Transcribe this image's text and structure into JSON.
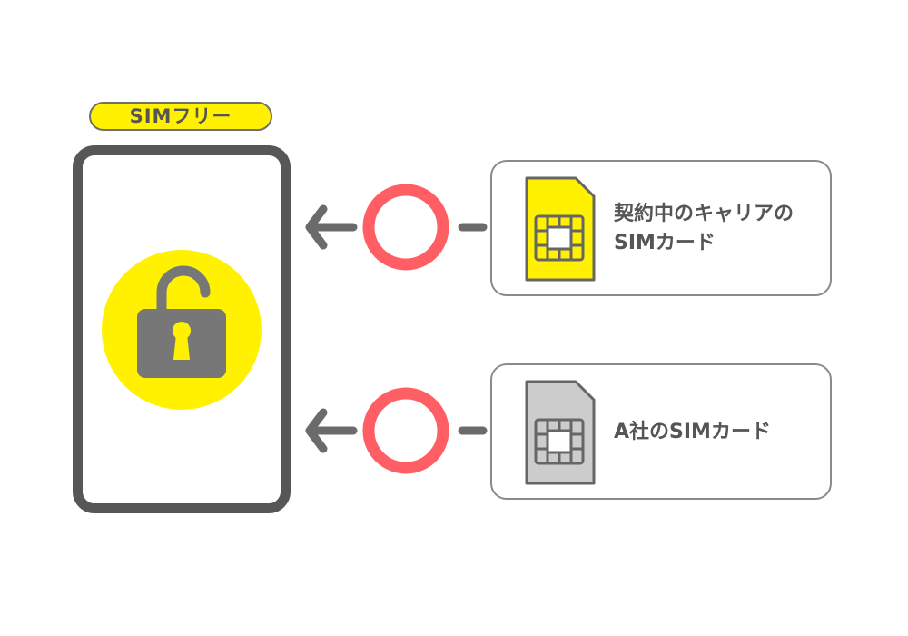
{
  "phone": {
    "badge_label": "SIMフリー",
    "lock_icon": "unlocked-padlock-icon"
  },
  "cards": [
    {
      "line1": "契約中のキャリアの",
      "line2": "SIMカード",
      "sim_icon": "sim-card-icon",
      "sim_color": "#fff100",
      "status_icon": "circle-ok-icon"
    },
    {
      "line1": "A社のSIMカード",
      "sim_icon": "sim-card-icon",
      "sim_color": "#cccccc",
      "status_icon": "circle-ok-icon"
    }
  ],
  "colors": {
    "accent_yellow": "#fff100",
    "ok_red": "#ff5f64",
    "dark_gray": "#575757",
    "arrow_gray": "#6b6b6b"
  }
}
